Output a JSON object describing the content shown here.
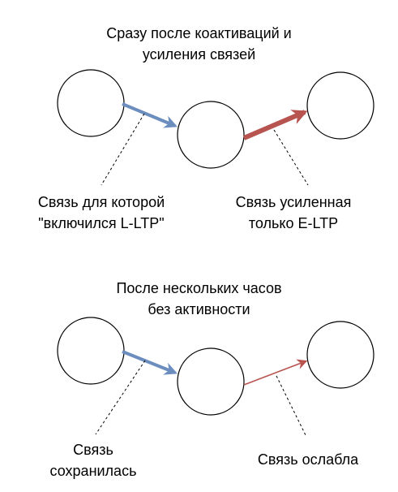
{
  "panels": [
    {
      "title": [
        "Сразу после коактиваций и",
        "усиления связей"
      ],
      "left_link_label": [
        "Связь для которой",
        "\"включился L-LTP\""
      ],
      "right_link_label": [
        "Связь усиленная",
        "только E-LTP"
      ],
      "left_link_color": "#6c8ebf",
      "right_link_color": "#b85450",
      "right_link_strength": "strong"
    },
    {
      "title": [
        "После нескольких часов",
        "без активности"
      ],
      "left_link_label": [
        "Связь",
        "сохранилась"
      ],
      "right_link_label": [
        "Связь ослабла"
      ],
      "left_link_color": "#6c8ebf",
      "right_link_color": "#b85450",
      "right_link_strength": "weak"
    }
  ]
}
